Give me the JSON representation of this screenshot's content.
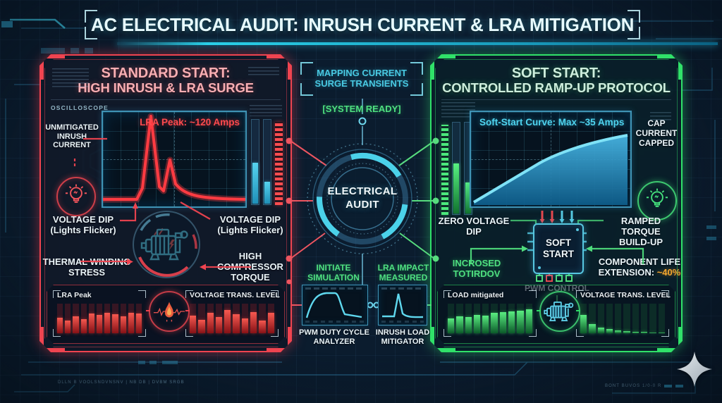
{
  "title": "AC ELECTRICAL AUDIT: INRUSH CURRENT & LRA MITIGATION",
  "left_panel": {
    "title_line1": "STANDARD START:",
    "title_line2": "HIGH INRUSH & LRA SURGE",
    "oscilloscope_label": "OSCILLOSCOPE",
    "scope_annotation": "LRA Peak: ~120 Amps",
    "labels": {
      "inrush_line1": "UNMITIGATED",
      "inrush_line2": "INRUSH",
      "inrush_line3": "CURRENT",
      "voltage_dip_left_1": "VOLTAGE DIP",
      "voltage_dip_left_2": "(Lights Flicker)",
      "voltage_dip_right_1": "VOLTAGE DIP",
      "voltage_dip_right_2": "(Lights Flicker)",
      "thermal_1": "THERMAL WINDING",
      "thermal_2": "STRESS",
      "torque_1": "HIGH",
      "torque_2": "COMPRESSOR",
      "torque_3": "TORQUE"
    },
    "meters": {
      "lra_peak_label": "LRA Peak",
      "lra_peak_values": [
        52,
        44,
        58,
        48,
        66,
        62,
        68,
        64,
        58,
        70,
        66
      ],
      "voltage_trans_label": "VOLTAGE TRANS. LEVEL",
      "voltage_trans_values": [
        60,
        46,
        70,
        55,
        78,
        64,
        50,
        72,
        44,
        68
      ]
    }
  },
  "right_panel": {
    "title_line1": "SOFT START:",
    "title_line2": "CONTROLLED RAMP-UP PROTOCOL",
    "scope_annotation": "Soft-Start Curve: Max ~35 Amps",
    "labels": {
      "cap_1": "CAP",
      "cap_2": "CURRENT",
      "cap_3": "CAPPED",
      "zero_dip_1": "ZERO VOLTAGE",
      "zero_dip_2": "DIP",
      "ramped_1": "RAMPED TORQUE",
      "ramped_2": "BUILD-UP",
      "increased_1": "INCROSED",
      "increased_2": "TOTIRDOV",
      "life_1": "COMPONENT LIFE",
      "life_2": "EXTENSION: ",
      "life_pct": "~40%",
      "chip_1": "SOFT",
      "chip_2": "START",
      "pwm_control": "PWM CONTROL"
    },
    "meters": {
      "load_label": "LOAD mitigated",
      "load_values": [
        50,
        58,
        54,
        62,
        60,
        68,
        72,
        74,
        76,
        80
      ],
      "voltage_trans_label": "VOLTAGE TRANS. LEVEL",
      "voltage_trans_values": [
        62,
        30,
        20,
        14,
        10,
        7,
        5,
        4,
        3,
        3
      ]
    }
  },
  "center": {
    "mapping_1": "MAPPING CURRENT",
    "mapping_2": "SURGE TRANSIENTS",
    "system_ready": "[SYSTEM READY]",
    "audit_1": "ELECTRICAL",
    "audit_2": "AUDIT",
    "initiate_1": "INITIATE",
    "initiate_2": "SIMULATION",
    "lra_impact_1": "LRA IMPACT",
    "lra_impact_2": "MEASURED",
    "pwm_analyzer_1": "PWM DUTY CYCLE",
    "pwm_analyzer_2": "ANALYZER",
    "mitigator_1": "INRUSH LOAD",
    "mitigator_2": "MITIGATOR"
  },
  "footer": {
    "microtext_left": "DLLN B VOOLSNDVNSNV | NB DB | DVBM SRGB",
    "microtext_right": "BONT BUVOS 1/0-0 R"
  },
  "colors": {
    "red_accent": "#ef4450",
    "green_accent": "#30e169",
    "cyan_accent": "#49c9e2",
    "orange_accent": "#f5a72e"
  }
}
